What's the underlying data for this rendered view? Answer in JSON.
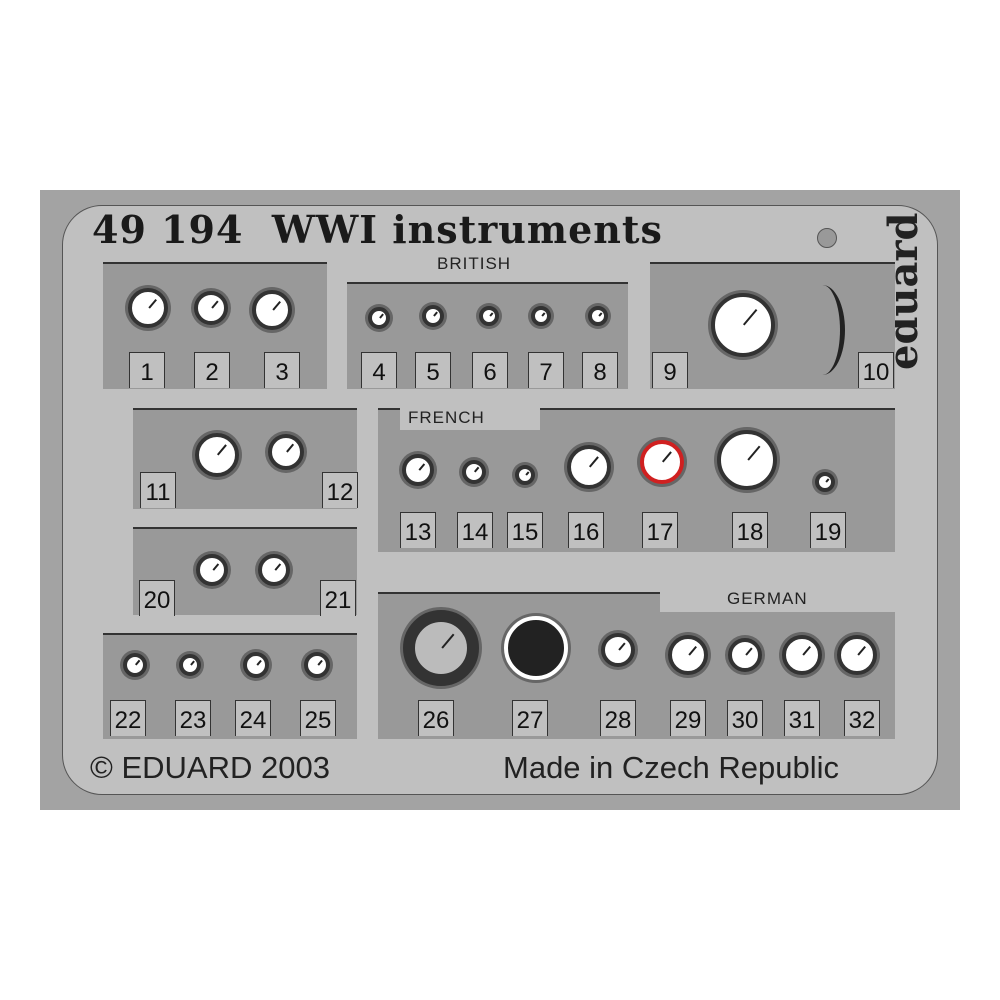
{
  "title": "49 194  WWI instruments",
  "sections": {
    "british": "BRITISH",
    "french": "FRENCH",
    "german": "GERMAN"
  },
  "brand": "eduard",
  "copyright": "© EDUARD 2003",
  "origin": "Made in Czech Republic",
  "gauges": [
    "1",
    "2",
    "3",
    "4",
    "5",
    "6",
    "7",
    "8",
    "9",
    "10",
    "11",
    "12",
    "13",
    "14",
    "15",
    "16",
    "17",
    "18",
    "19",
    "20",
    "21",
    "22",
    "23",
    "24",
    "25",
    "26",
    "27",
    "28",
    "29",
    "30",
    "31",
    "32"
  ],
  "colors": {
    "sheet": "#c0c0c0",
    "panel": "#999999",
    "frame": "#a3a3a3",
    "accent_red": "#d02020"
  }
}
